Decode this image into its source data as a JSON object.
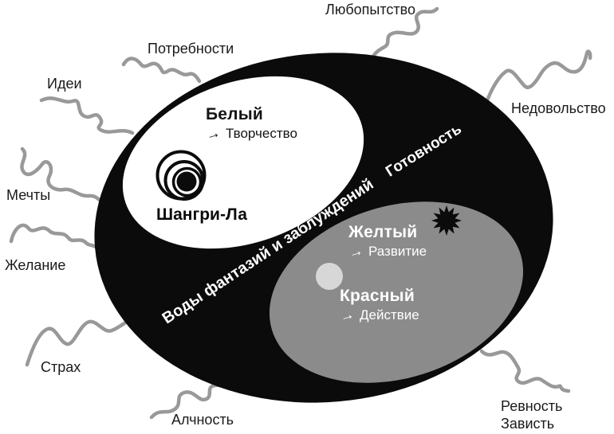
{
  "labels": {
    "curiosity": "Любопытство",
    "needs": "Потребности",
    "ideas": "Идеи",
    "dreams": "Мечты",
    "desire": "Желание",
    "fear": "Страх",
    "greed": "Алчность",
    "jealousy": "Ревность",
    "envy": "Зависть",
    "discontent": "Недовольство"
  },
  "sea": {
    "waters_label": "Воды фантазий и заблуждений",
    "readiness_label": "Готовность"
  },
  "white_island": {
    "title": "Белый",
    "arrow": "→",
    "subtitle": "Творчество",
    "place": "Шангри-Ла"
  },
  "gray_island": {
    "yellow_title": "Желтый",
    "yellow_arrow": "→",
    "yellow_subtitle": "Развитие",
    "red_title": "Красный",
    "red_arrow": "→",
    "red_subtitle": "Действие"
  },
  "icons": {
    "rings": "shangri-la-rings-icon",
    "starburst": "starburst-icon",
    "dot": "light-dot-icon"
  },
  "colors": {
    "sea_black": "#0b0b0b",
    "island_gray": "#8b8b8b",
    "light_dot": "#d7d7d7",
    "squiggle_gray": "#999999",
    "text_white": "#ffffff",
    "text_black": "#1a1a1a"
  }
}
